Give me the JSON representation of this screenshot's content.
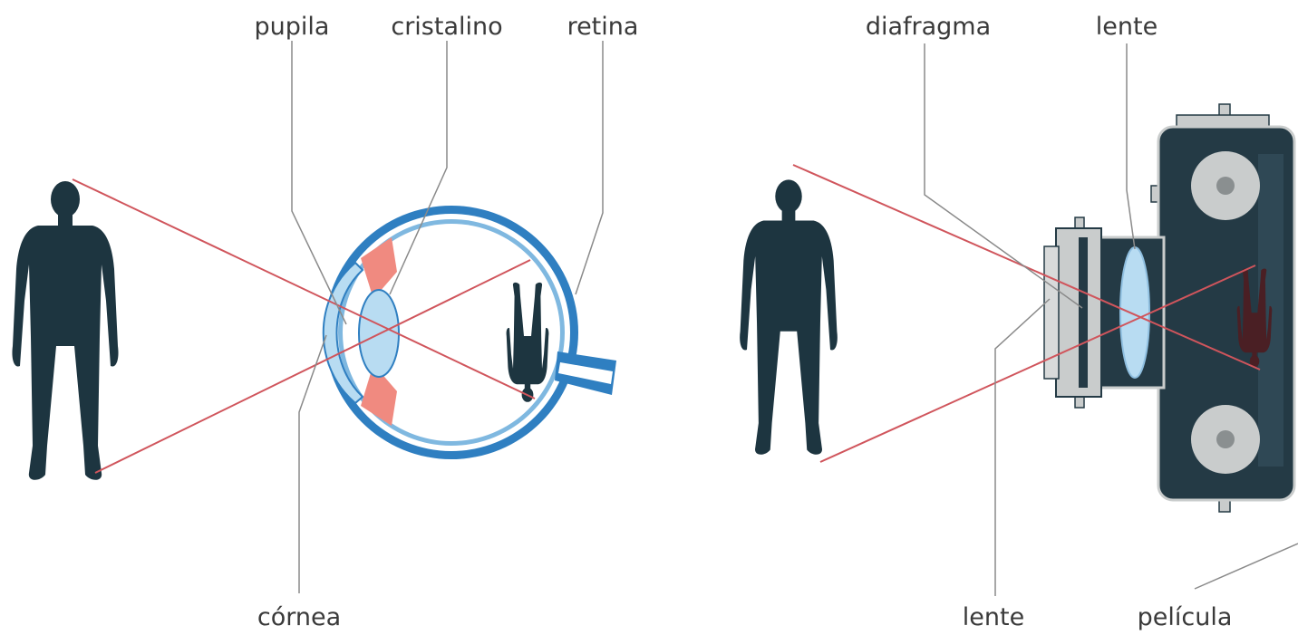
{
  "labels": {
    "pupila": "pupila",
    "cristalino": "cristalino",
    "retina": "retina",
    "cornea": "córnea",
    "diafragma": "diafragma",
    "lente_top": "lente",
    "lente_bottom": "lente",
    "pelicula": "película"
  },
  "colors": {
    "silhouette": "#1d3540",
    "ray": "#d0555c",
    "eye_blue": "#2f7fc1",
    "eye_light": "#d8ecf8",
    "iris": "#f08a80",
    "camera_body": "#243a45",
    "camera_grey": "#c9cccc",
    "leader": "#8a8a8a"
  }
}
